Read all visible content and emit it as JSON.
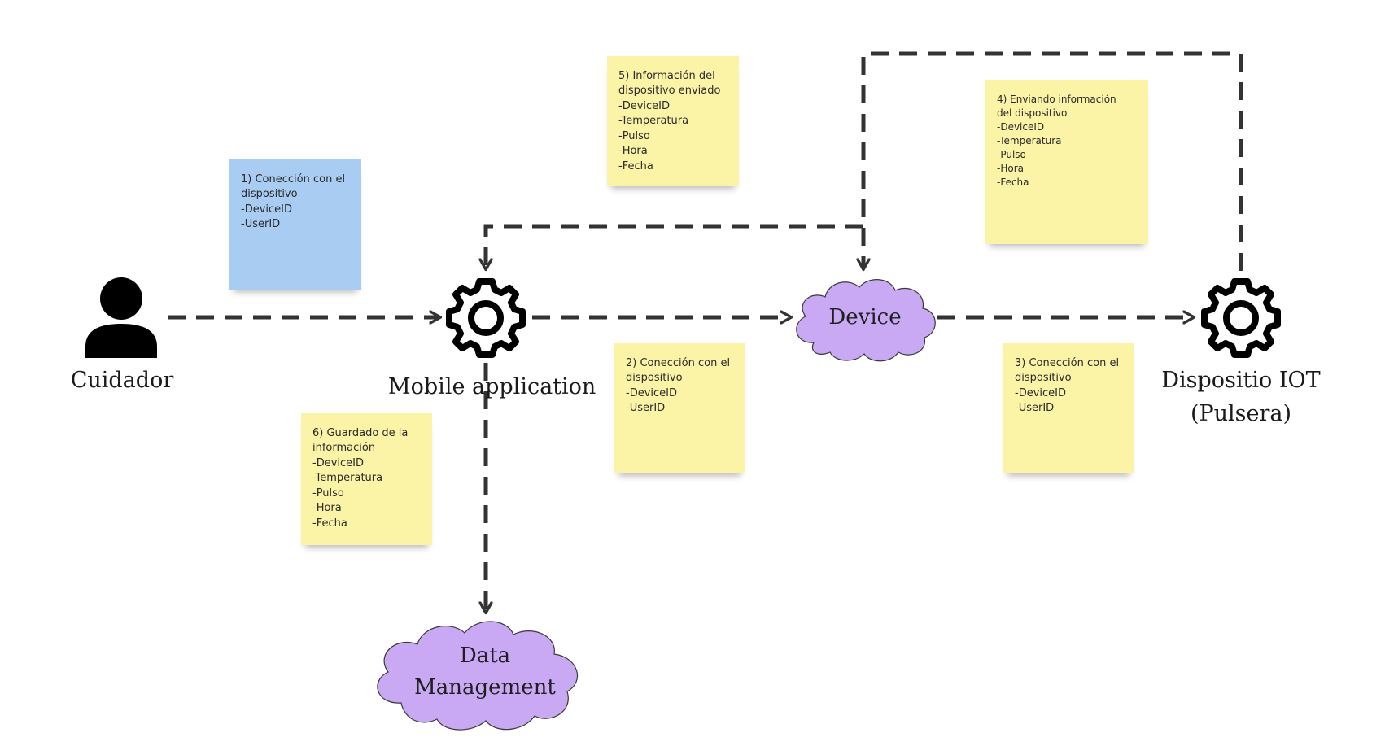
{
  "nodes": {
    "cuidador": {
      "label": "Cuidador"
    },
    "mobile_app": {
      "label": "Mobile application"
    },
    "device": {
      "label": "Device"
    },
    "iot": {
      "label_line1": "Dispositio IOT",
      "label_line2": "(Pulsera)"
    },
    "data_management": {
      "label_line1": "Data",
      "label_line2": "Management"
    }
  },
  "notes": {
    "note1": {
      "color": "blue",
      "lines": [
        "1) Conección con el",
        "dispositivo",
        "-DeviceID",
        "-UserID"
      ]
    },
    "note2": {
      "color": "yellow",
      "lines": [
        "2) Conección con el",
        "dispositivo",
        "-DeviceID",
        "-UserID"
      ]
    },
    "note3": {
      "color": "yellow",
      "lines": [
        "3) Conección con el",
        "dispositivo",
        "-DeviceID",
        "-UserID"
      ]
    },
    "note4": {
      "color": "yellow",
      "lines": [
        "4) Enviando información",
        "del dispositivo",
        "-DeviceID",
        "-Temperatura",
        "-Pulso",
        "-Hora",
        "-Fecha"
      ]
    },
    "note5": {
      "color": "yellow",
      "lines": [
        "5) Información del",
        "dispositivo enviado",
        "-DeviceID",
        "-Temperatura",
        "-Pulso",
        "-Hora",
        "-Fecha"
      ]
    },
    "note6": {
      "color": "yellow",
      "lines": [
        "6) Guardado de la",
        "información",
        "-DeviceID",
        "-Temperatura",
        "-Pulso",
        "-Hora",
        "-Fecha"
      ]
    }
  },
  "colors": {
    "cloud_fill": "#c9a9f4",
    "cloud_stroke": "#3a3a3a",
    "sticky_yellow": "#fbf3a5",
    "sticky_blue": "#a9ccf3",
    "connector": "#333333",
    "icon": "#000000"
  },
  "icons": {
    "cuidador": "user-icon",
    "mobile_app": "gear-icon",
    "iot": "gear-icon"
  }
}
